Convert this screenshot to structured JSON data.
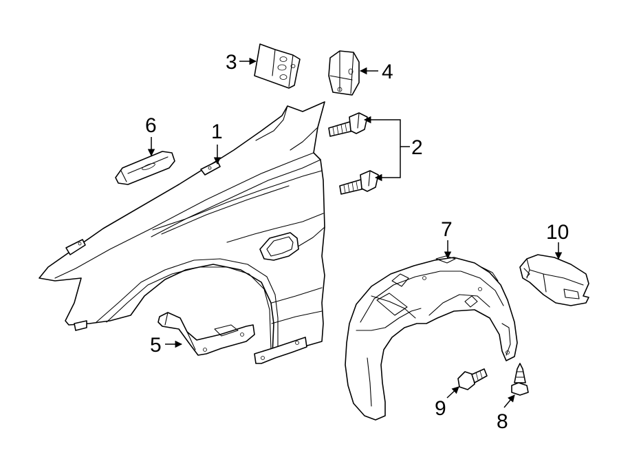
{
  "callouts": [
    {
      "id": "1",
      "label": "1"
    },
    {
      "id": "2",
      "label": "2"
    },
    {
      "id": "3",
      "label": "3"
    },
    {
      "id": "4",
      "label": "4"
    },
    {
      "id": "5",
      "label": "5"
    },
    {
      "id": "6",
      "label": "6"
    },
    {
      "id": "7",
      "label": "7"
    },
    {
      "id": "8",
      "label": "8"
    },
    {
      "id": "9",
      "label": "9"
    },
    {
      "id": "10",
      "label": "10"
    }
  ],
  "colors": {
    "line": "#000000",
    "background": "#ffffff"
  }
}
